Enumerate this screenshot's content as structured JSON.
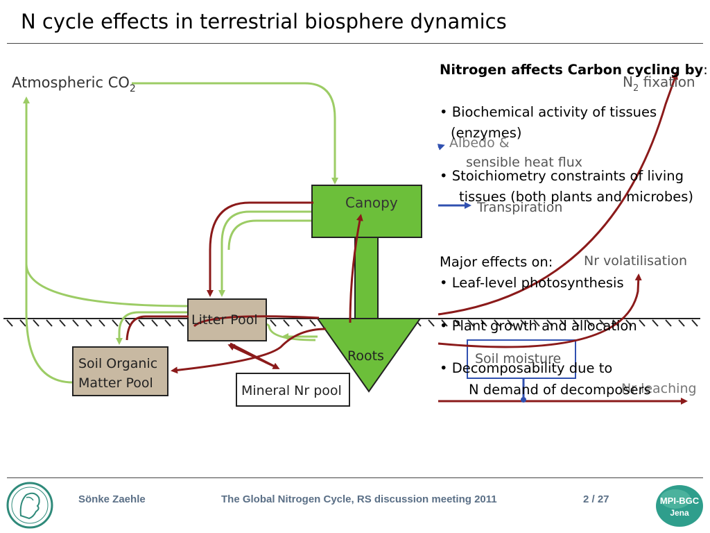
{
  "title": "N cycle effects in terrestrial biosphere dynamics",
  "diagram": {
    "atmospheric": "Atmospheric CO",
    "atmospheric_sub": "2",
    "canopy": "Canopy",
    "litter": "Litter Pool",
    "soil_organic_1": "Soil Organic",
    "soil_organic_2": "Matter Pool",
    "roots": "Roots",
    "mineral": "Mineral Nr pool",
    "n2_fixation_pre": "N",
    "n2_fixation_sub": "2",
    "n2_fixation_post": " fixation",
    "albedo_1": "Albedo &",
    "albedo_2": "sensible heat flux",
    "transpiration": "Transpiration",
    "nr_volatilisation": "Nr volatilisation",
    "soil_moisture": "Soil moisture",
    "nr_leaching": "Nr leaching"
  },
  "text": {
    "heading": "Nitrogen affects Carbon cycling by",
    "heading_colon": ":",
    "b1a": "• Biochemical activity of tissues",
    "b1b": "(enzymes)",
    "b2a": "• Stoichiometry constraints of living",
    "b2b": "tissues (both plants and microbes)",
    "major": "Major effects on:",
    "e1": "•   Leaf-level photosynthesis",
    "e2": "•   Plant growth and allocation",
    "e3a": "•   Decomposability due to",
    "e3b": "N demand of decomposers"
  },
  "footer": {
    "author": "Sönke Zaehle",
    "event": "The Global Nitrogen Cycle, RS discussion meeting 2011",
    "page": "2 / 27"
  },
  "logo_right": {
    "line1": "MPI-BGC",
    "line2": "Jena"
  },
  "colors": {
    "green_arrow": "#9ccc65",
    "red_arrow": "#8b1a1a",
    "blue_arrow": "#3050b0",
    "canopy_fill": "#6cbf3a",
    "pool_fill": "#c8b9a2",
    "footer_text": "#5a6f86"
  }
}
